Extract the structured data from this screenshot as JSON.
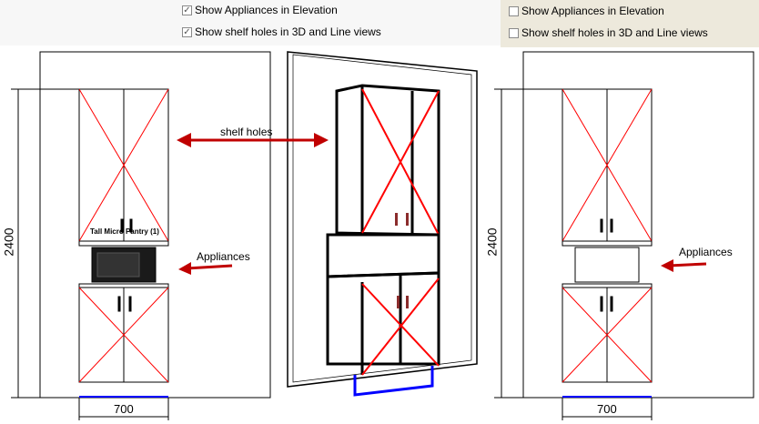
{
  "left_panel": {
    "opt1": {
      "label": "Show Appliances in Elevation",
      "checked": true
    },
    "opt2": {
      "label": "Show shelf holes in 3D and Line views",
      "checked": true
    }
  },
  "right_panel": {
    "opt1": {
      "label": "Show Appliances in Elevation",
      "checked": false
    },
    "opt2": {
      "label": "Show shelf holes in 3D and Line views",
      "checked": false
    }
  },
  "annotations": {
    "shelf_holes": "shelf holes",
    "appliances_left": "Appliances",
    "appliances_right": "Appliances"
  },
  "elevation": {
    "height_dim": "2400",
    "width_dim": "700",
    "cabinet_label": "Tall Micro Pantry (1)"
  },
  "check_mark": "✓"
}
